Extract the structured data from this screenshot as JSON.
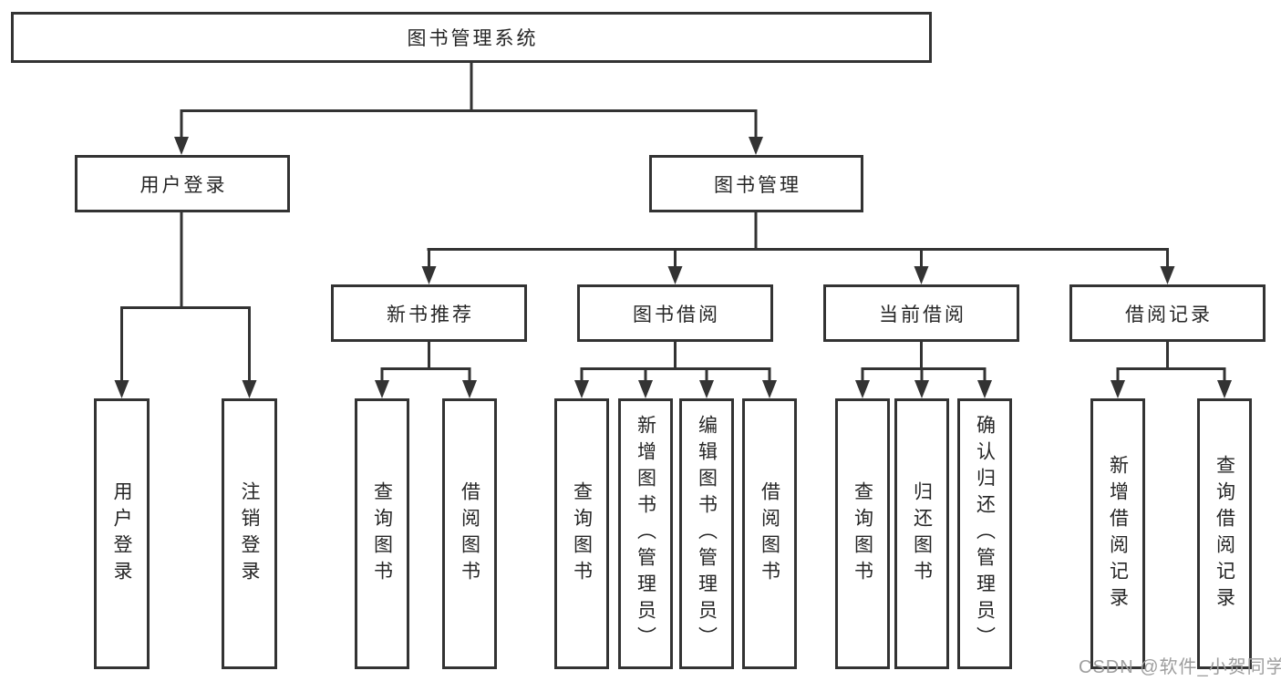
{
  "diagram": {
    "root": {
      "label": "图书管理系统"
    },
    "branches": [
      {
        "label": "用户登录",
        "children": [
          {
            "label": "用户登录"
          },
          {
            "label": "注销登录"
          }
        ]
      },
      {
        "label": "图书管理",
        "groups": [
          {
            "label": "新书推荐",
            "children": [
              {
                "label": "查询图书"
              },
              {
                "label": "借阅图书"
              }
            ]
          },
          {
            "label": "图书借阅",
            "children": [
              {
                "label": "查询图书"
              },
              {
                "label": "新增图书（管理员）"
              },
              {
                "label": "编辑图书（管理员）"
              },
              {
                "label": "借阅图书"
              }
            ]
          },
          {
            "label": "当前借阅",
            "children": [
              {
                "label": "查询图书"
              },
              {
                "label": "归还图书"
              },
              {
                "label": "确认归还（管理员）"
              }
            ]
          },
          {
            "label": "借阅记录",
            "children": [
              {
                "label": "新增借阅记录"
              },
              {
                "label": "查询借阅记录"
              }
            ]
          }
        ]
      }
    ]
  },
  "watermark": {
    "text": "CSDN @软件_小贺同学"
  },
  "colors": {
    "line": "#333333",
    "text": "#262626",
    "watermark": "#9e9e9e",
    "background": "#ffffff"
  }
}
